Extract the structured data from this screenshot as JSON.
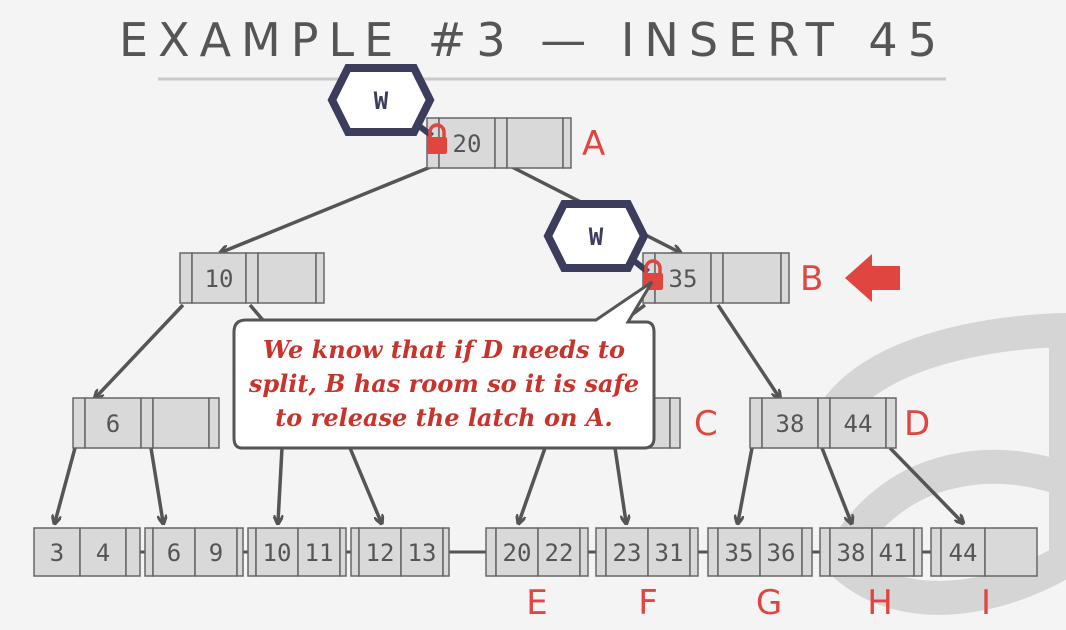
{
  "title": "EXAMPLE #3 — INSERT 45",
  "accent_color": "#e0463f",
  "latch_badges": [
    "W",
    "W"
  ],
  "icons": [
    "lock-icon",
    "lock-icon",
    "arrow-left-icon"
  ],
  "nodes": {
    "A": {
      "label": "A",
      "keys": [
        "20",
        ""
      ]
    },
    "B": {
      "label": "B",
      "keys": [
        "35",
        ""
      ]
    },
    "left_inner": {
      "keys": [
        "10",
        ""
      ]
    },
    "left_inner_child": {
      "keys": [
        "6",
        ""
      ]
    },
    "C": {
      "label": "C"
    },
    "D": {
      "label": "D",
      "keys": [
        "38",
        "44"
      ]
    }
  },
  "leaves": [
    {
      "keys": [
        "3",
        "4"
      ]
    },
    {
      "keys": [
        "6",
        "9"
      ]
    },
    {
      "keys": [
        "10",
        "11"
      ]
    },
    {
      "keys": [
        "12",
        "13"
      ]
    },
    {
      "keys": [
        "20",
        "22"
      ],
      "label": "E"
    },
    {
      "keys": [
        "23",
        "31"
      ],
      "label": "F"
    },
    {
      "keys": [
        "35",
        "36"
      ],
      "label": "G"
    },
    {
      "keys": [
        "38",
        "41"
      ],
      "label": "H"
    },
    {
      "keys": [
        "44",
        ""
      ],
      "label": "I"
    }
  ],
  "callout": {
    "lines": [
      "We know that if D needs to",
      "split, B has room so it is safe",
      "to release the latch on A."
    ]
  }
}
